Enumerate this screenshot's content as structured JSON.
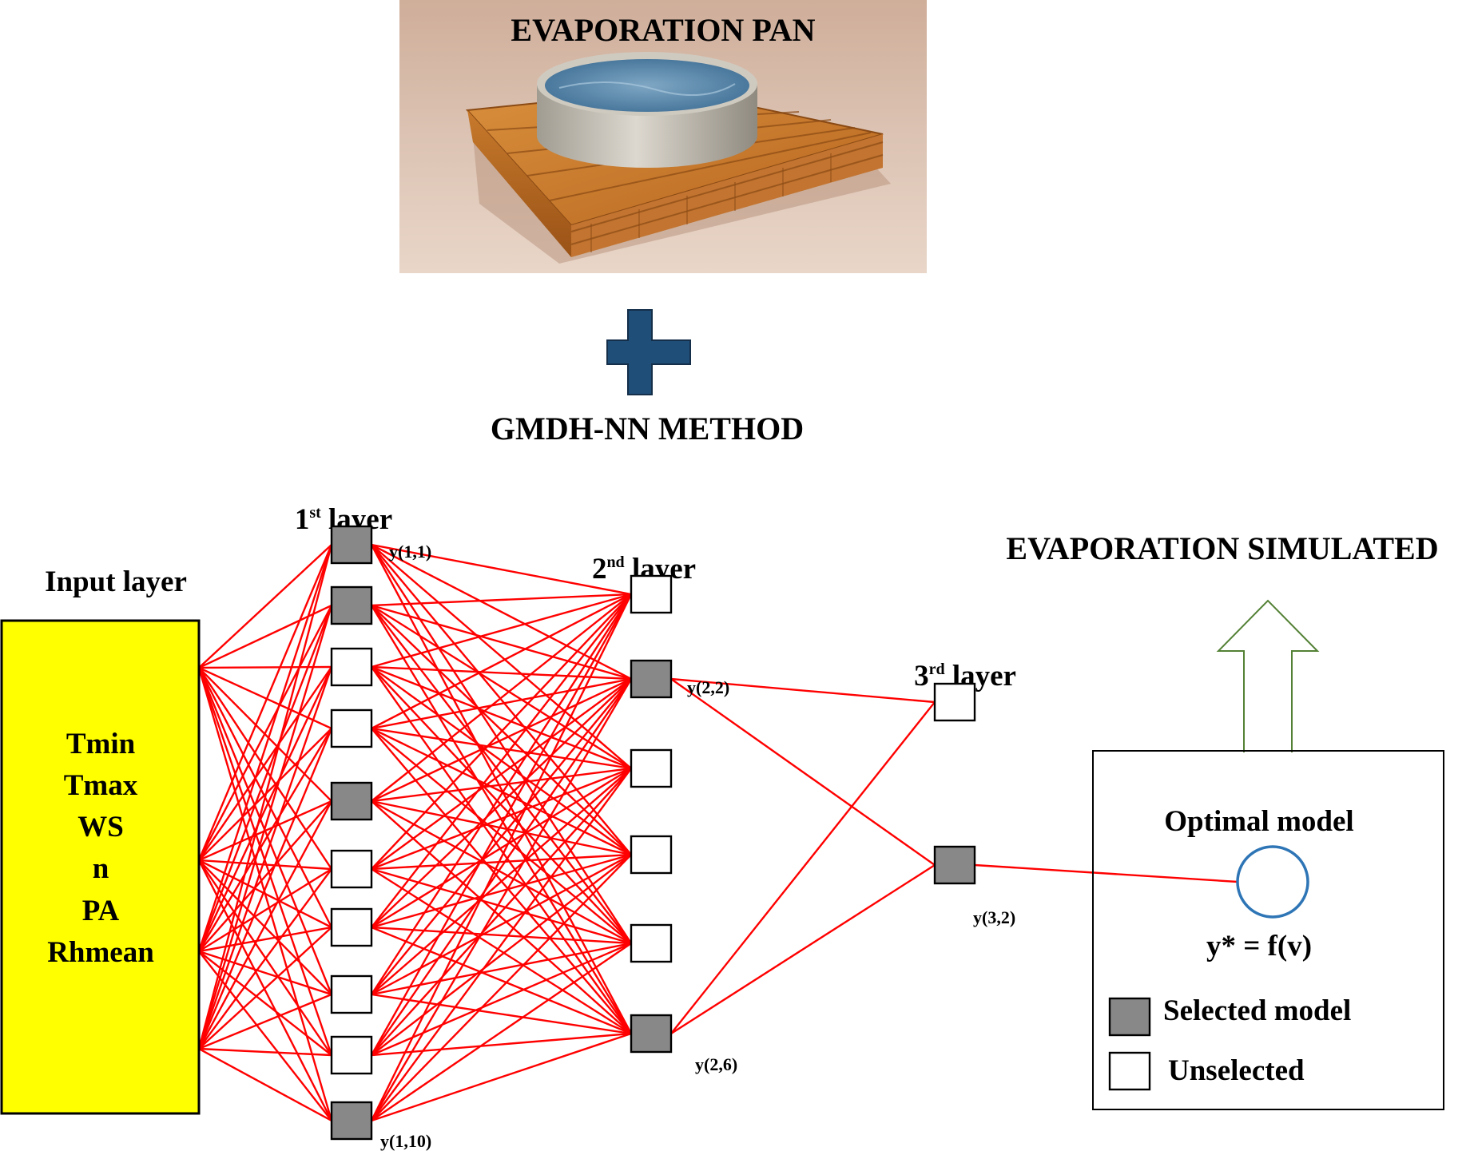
{
  "header": {
    "photo_title": "EVAPORATION PAN",
    "method_title": "GMDH-NN METHOD"
  },
  "layers": {
    "input": {
      "title": "Input layer",
      "variables": [
        "Tmin",
        "Tmax",
        "WS",
        "n",
        "PA",
        "Rhmean"
      ]
    },
    "first": {
      "num": "1",
      "sup": "st",
      "label": " layer"
    },
    "second": {
      "num": "2",
      "sup": "nd",
      "label": " layer"
    },
    "third": {
      "num": "3",
      "sup": "rd",
      "label": " layer"
    }
  },
  "node_labels": {
    "y11": "y(1,1)",
    "y110": "y(1,10)",
    "y22": "y(2,2)",
    "y26": "y(2,6)",
    "y32": "y(3,2)"
  },
  "network": {
    "layer1_selected": [
      true,
      true,
      false,
      false,
      true,
      false,
      false,
      false,
      false,
      true
    ],
    "layer2_selected": [
      false,
      true,
      false,
      false,
      false,
      true
    ],
    "layer3_selected": [
      false,
      true
    ]
  },
  "output": {
    "title": "EVAPORATION SIMULATED",
    "optimal_model": "Optimal model",
    "formula": "y* = f(v)"
  },
  "legend": {
    "selected": "Selected model",
    "unselected": "Unselected"
  },
  "colors": {
    "input_box": "#ffff00",
    "wires": "#ff0000",
    "selected_node": "#888888",
    "unselected_node": "#ffffff",
    "plus_sign": "#1f4e79",
    "arrow": "#538135",
    "circle": "#2e75b6"
  }
}
